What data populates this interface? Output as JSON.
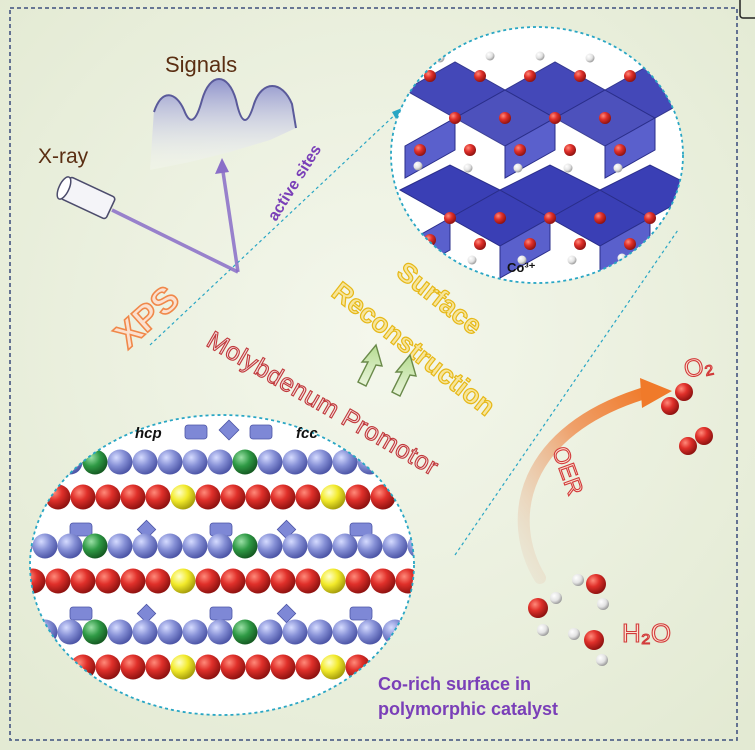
{
  "labels": {
    "signals": "Signals",
    "xray": "X-ray",
    "active_sites": "active sites",
    "xps": "XPS",
    "co_ion": "Co³⁺",
    "surface": "Surface",
    "reconstruction": "Reconstruction",
    "molybdenum_promotor": "Molybdenum Promotor",
    "hcp": "hcp",
    "fcc": "fcc",
    "oer": "OER",
    "o2": "O₂",
    "h2o": "H₂O",
    "caption_line1": "Co-rich surface in",
    "caption_line2": "polymorphic catalyst"
  },
  "colors": {
    "background": "#ecf1df",
    "frame_dash": "#55658a",
    "circle_dash": "#29a6c4",
    "octahedra": "#3a3fb5",
    "oxygen": "#d72b24",
    "hydrogen": "#ececec",
    "cobalt_blue": "#8691d3",
    "green_atom": "#2f9a45",
    "yellow_atom": "#f2ea2a",
    "purple_text": "#7a3fb8",
    "xps_orange": "#f0884a",
    "oer_red": "#d23a3a",
    "yellow_text": "#f2cf1b",
    "arrow_green": "#c6e6a6"
  }
}
